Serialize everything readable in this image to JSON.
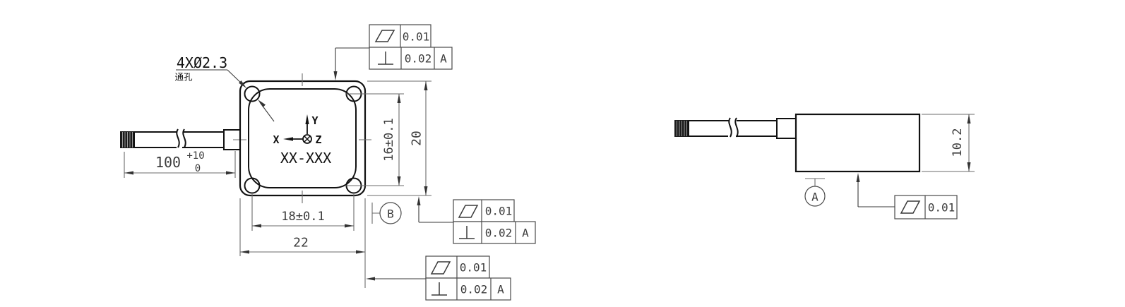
{
  "colors": {
    "background": "#ffffff",
    "outline": "#111111",
    "dimension_lines": "#6b6b6b",
    "text": "#3c3c3c"
  },
  "front_view": {
    "part_label": "XX-XXX",
    "hole_callout": {
      "text": "4XØ2.3",
      "note": "通孔"
    },
    "axes": {
      "x": "X",
      "y": "Y",
      "z": "Z"
    },
    "dims": {
      "cable_length": {
        "nominal": "100",
        "upper": "+10",
        "lower": "0"
      },
      "hole_pitch_x": "18±0.1",
      "width": "22",
      "hole_pitch_y": "16±0.1",
      "height": "20"
    },
    "datum_b": {
      "label": "B"
    },
    "fcf_top": {
      "flatness_symbol": "⏥",
      "flatness": "0.01",
      "perpendicularity_symbol": "⊥",
      "perpendicularity": "0.02",
      "datum": "A"
    },
    "fcf_mid": {
      "flatness_symbol": "⏥",
      "flatness": "0.01",
      "perpendicularity_symbol": "⊥",
      "perpendicularity": "0.02",
      "datum": "A"
    },
    "fcf_bottom": {
      "flatness_symbol": "⏥",
      "flatness": "0.01",
      "perpendicularity_symbol": "⊥",
      "perpendicularity": "0.02",
      "datum": "A"
    }
  },
  "side_view": {
    "dims": {
      "height": "10.2"
    },
    "datum_a": {
      "label": "A"
    },
    "fcf": {
      "flatness_symbol": "⏥",
      "flatness": "0.01"
    }
  }
}
